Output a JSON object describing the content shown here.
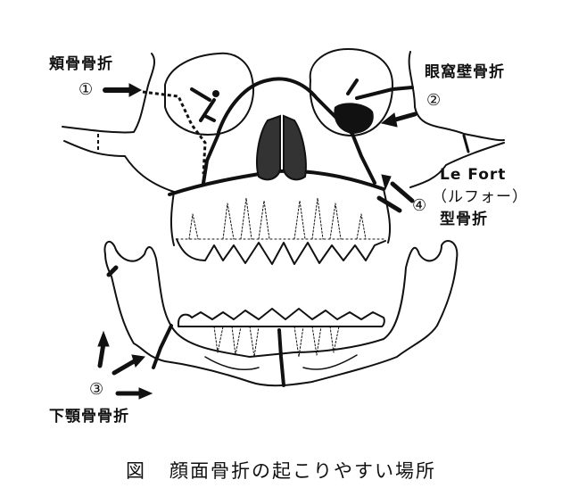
{
  "figure": {
    "caption_prefix": "図",
    "caption_text": "顔面骨折の起こりやすい場所",
    "subject": "frontal skull illustration with fracture lines"
  },
  "labels": [
    {
      "id": "zygomatic",
      "number": "①",
      "text": "頬骨骨折"
    },
    {
      "id": "orbital-wall",
      "number": "②",
      "text": "眼窩壁骨折"
    },
    {
      "id": "mandible",
      "number": "③",
      "text": "下顎骨骨折"
    },
    {
      "id": "le-fort",
      "number": "④",
      "text_line1": "Le Fort",
      "text_line2": "（ルフォー）",
      "text_line3": "型骨折"
    }
  ],
  "colors": {
    "ink": "#111111",
    "background": "#ffffff",
    "nasal_fill": "#333333"
  }
}
